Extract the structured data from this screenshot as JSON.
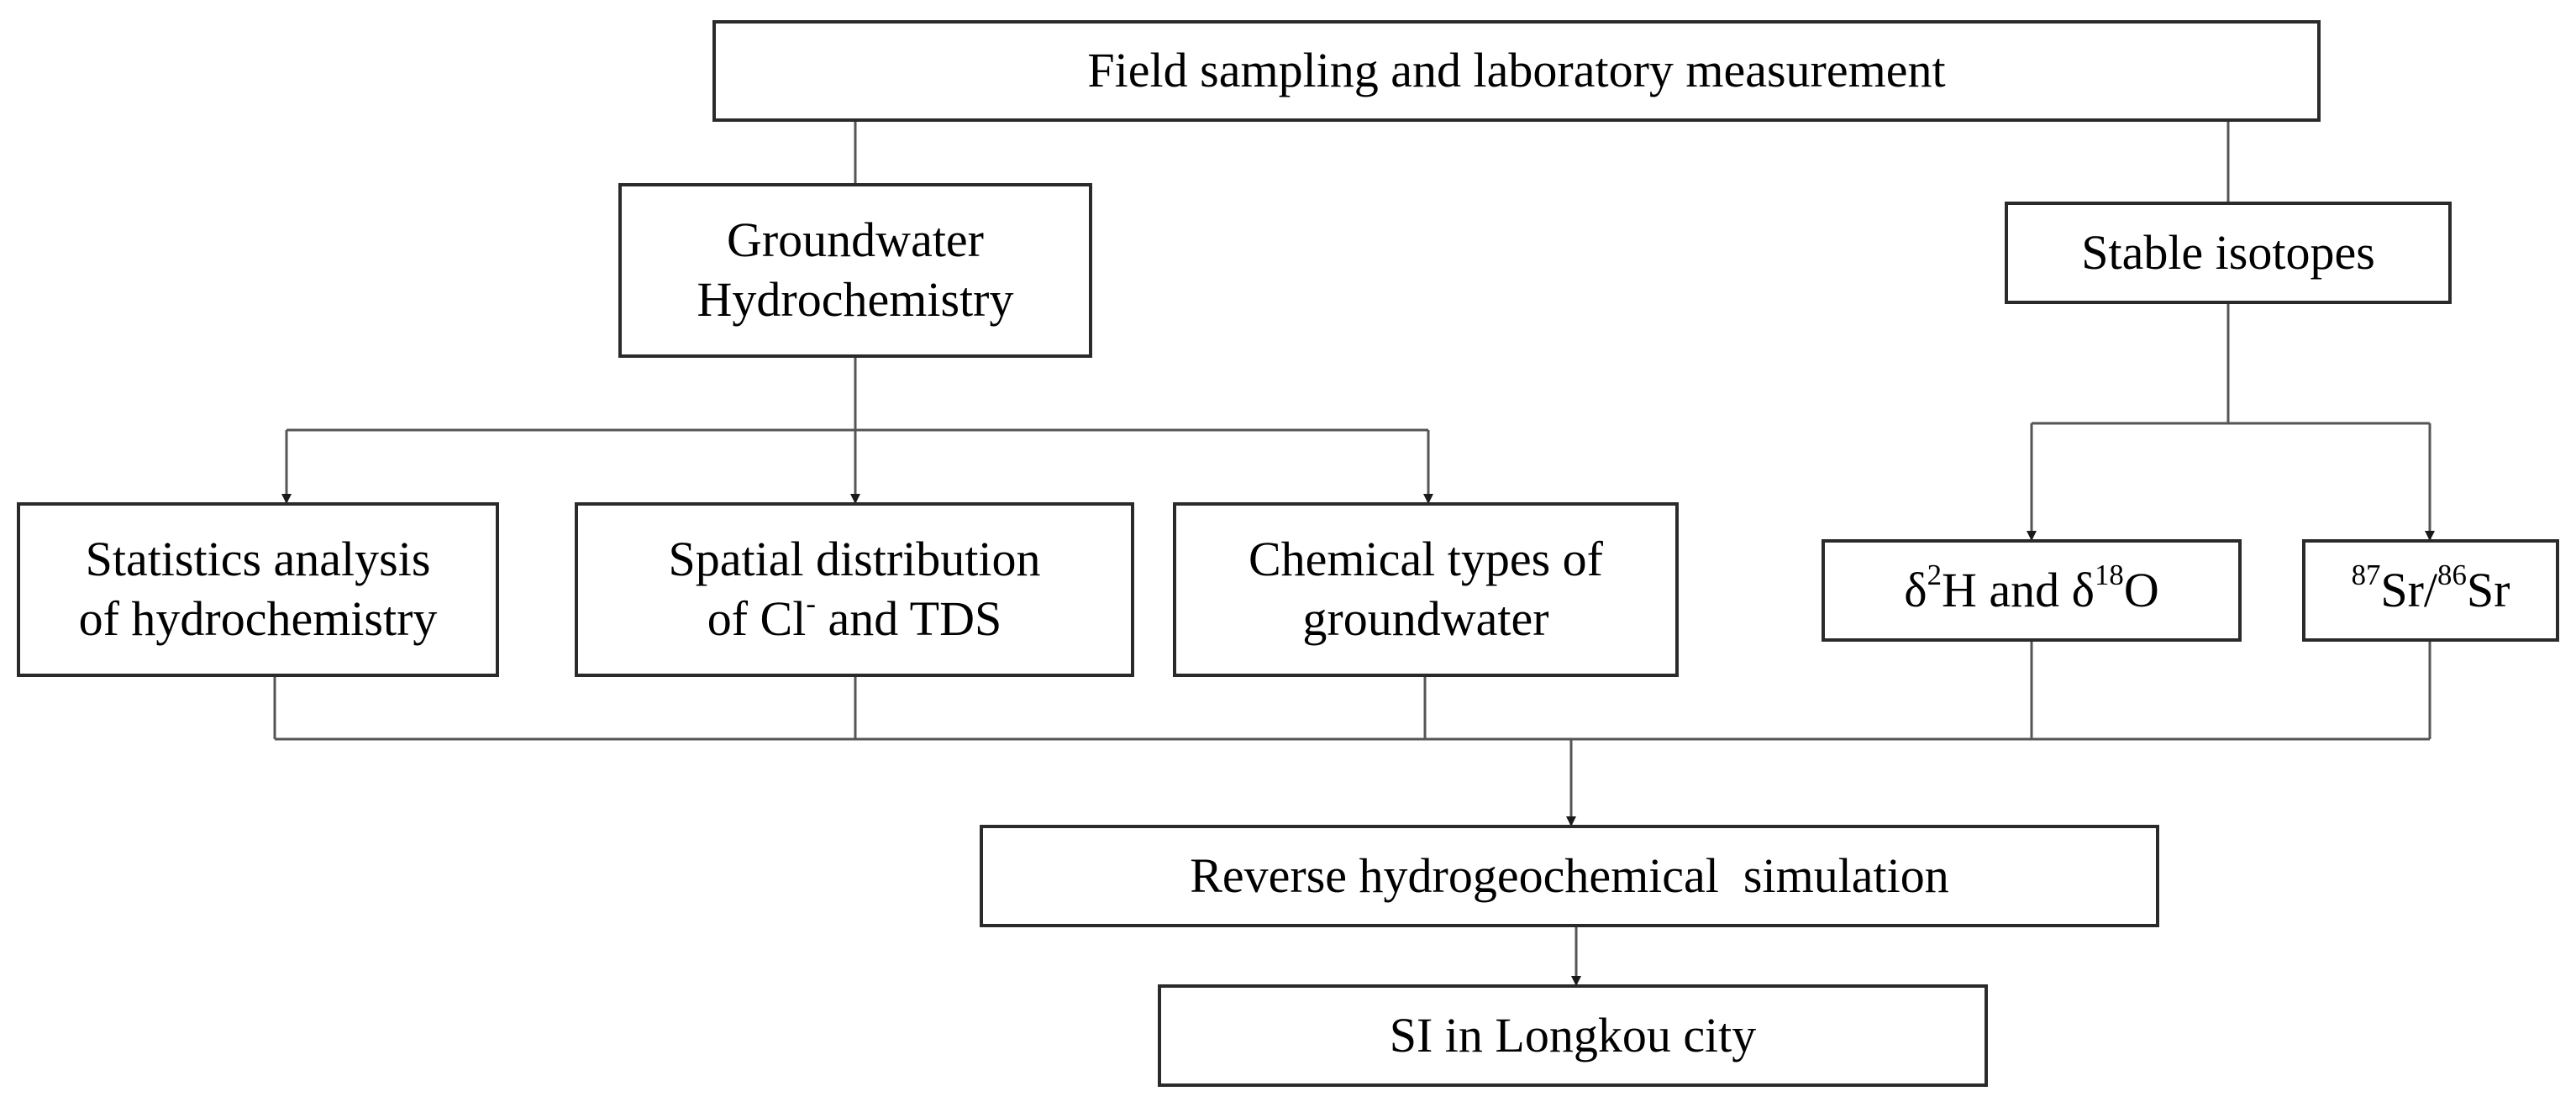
{
  "diagram": {
    "nodes": {
      "field_sampling": {
        "text": "Field sampling and laboratory measurement"
      },
      "groundwater_hydrochemistry": {
        "line1": "Groundwater",
        "line2": "Hydrochemistry"
      },
      "stable_isotopes": {
        "text": "Stable isotopes"
      },
      "statistics_analysis": {
        "line1": "Statistics analysis",
        "line2": "of hydrochemistry"
      },
      "spatial_distribution": {
        "line1": "Spatial distribution",
        "line2_a": "of Cl",
        "line2_sup": "-",
        "line2_b": " and TDS"
      },
      "chemical_types": {
        "line1": "Chemical types of",
        "line2": "groundwater"
      },
      "hydrogen_oxygen_isotopes": {
        "delta1": "δ",
        "sup1": "2",
        "mid": "H and δ",
        "sup2": "18",
        "end": "O"
      },
      "strontium_isotopes": {
        "sup1": "87",
        "mid": "Sr/",
        "sup2": "86",
        "end": "Sr"
      },
      "reverse_simulation": {
        "text": "Reverse hydrogeochemical  simulation"
      },
      "si_longkou": {
        "text": "SI in Longkou city"
      }
    },
    "colors": {
      "line": "#555555",
      "arrow": "#1a1a1a",
      "border": "#2a2a2a"
    }
  }
}
